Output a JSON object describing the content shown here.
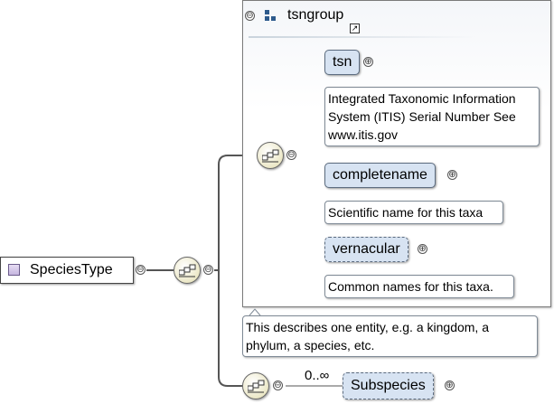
{
  "root": {
    "name": "SpeciesType"
  },
  "group": {
    "name": "tsngroup"
  },
  "elements": [
    {
      "name": "tsn",
      "doc": "Integrated Taxonomic Information System (ITIS) Serial Number See www.itis.gov"
    },
    {
      "name": "completename",
      "doc": "Scientific name for this taxa"
    },
    {
      "name": "vernacular",
      "doc": "Common names for this taxa."
    }
  ],
  "type_doc": "This describes one entity, e.g. a kingdom, a phylum, a species, etc.",
  "subspecies": {
    "name": "Subspecies",
    "cardinality": "0..∞"
  },
  "icons": {
    "collapse": "⊖",
    "expand": "⊕",
    "link": "↗"
  },
  "colors": {
    "element_fill": "#d7e3f2",
    "element_border": "#5c6c80",
    "sequence_fill": "#ece8c8",
    "root_icon": "#c6b6e0"
  }
}
